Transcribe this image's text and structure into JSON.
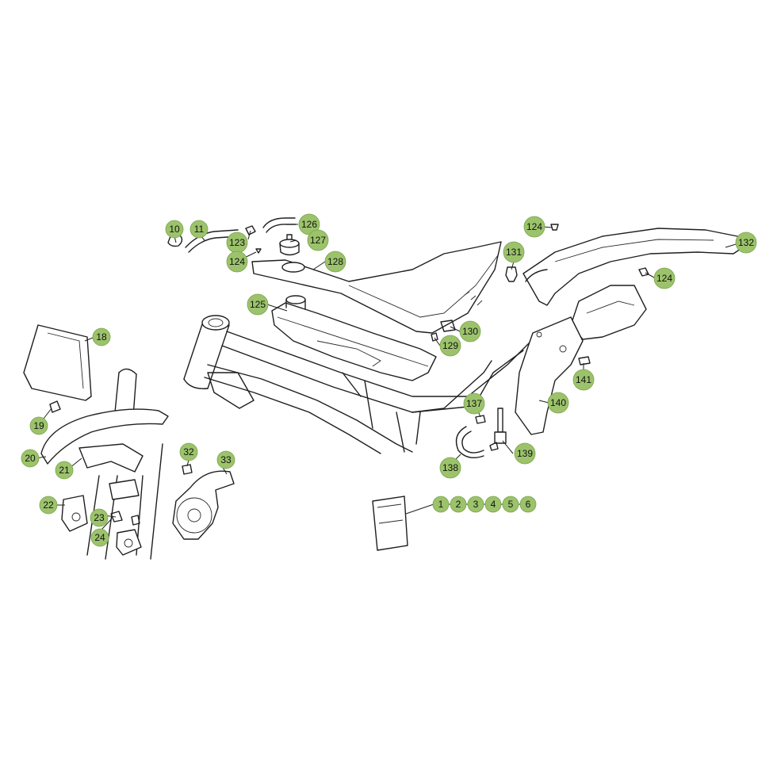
{
  "colors": {
    "badge_fill": "#9cc36b",
    "line": "#1f1f1f",
    "background": "#ffffff"
  },
  "callouts": {
    "c10": "10",
    "c11": "11",
    "c123": "123",
    "c124a": "124",
    "c124b": "124",
    "c124c": "124",
    "c125": "125",
    "c126": "126",
    "c127": "127",
    "c128": "128",
    "c129": "129",
    "c130": "130",
    "c131": "131",
    "c132": "132",
    "c137": "137",
    "c138": "138",
    "c139": "139",
    "c140": "140",
    "c141": "141",
    "c18": "18",
    "c19": "19",
    "c20": "20",
    "c21": "21",
    "c22": "22",
    "c23": "23",
    "c24": "24",
    "c32": "32",
    "c33": "33",
    "kit": [
      "1",
      "2",
      "3",
      "4",
      "5",
      "6"
    ]
  }
}
